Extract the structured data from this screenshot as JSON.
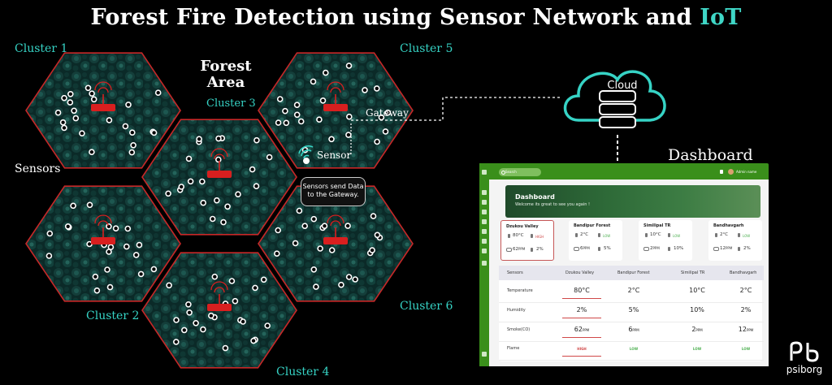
{
  "title": {
    "main": "Forest Fire Detection using Sensor Network and",
    "accent": "IoT"
  },
  "labels": {
    "cluster1": "Cluster 1",
    "cluster2": "Cluster 2",
    "cluster3": "Cluster 3",
    "cluster4": "Cluster 4",
    "cluster5": "Cluster 5",
    "cluster6": "Cluster 6",
    "forest_line1": "Forest",
    "forest_line2": "Area",
    "sensors": "Sensors",
    "sensor": "Sensor",
    "gateway": "Gateway",
    "bubble_line1": "Sensors send Data",
    "bubble_line2": "to the Gateway.",
    "cloud": "Cloud",
    "dashboard": "Dashboard"
  },
  "colors": {
    "cluster_label": "#36d3c5",
    "hex_border": "#c62828",
    "router": "#d81f1f",
    "dashboard_green": "#3a8f1b",
    "alert": "#d04848",
    "ok": "#4caf50"
  },
  "dashboard": {
    "search_placeholder": "Search",
    "user_name": "Admin name",
    "hero_title": "Dashboard",
    "hero_subtitle": "Welcome its great to see you again !",
    "cards": [
      {
        "name": "Dzukou Valley",
        "temp": "80°C",
        "status": "HIGH",
        "smoke": "62",
        "smoke_unit": "PPM",
        "humidity": "2%"
      },
      {
        "name": "Bandipur Forest",
        "temp": "2°C",
        "status": "LOW",
        "smoke": "6",
        "smoke_unit": "PPM",
        "humidity": "5%"
      },
      {
        "name": "Similipal TR",
        "temp": "10°C",
        "status": "LOW",
        "smoke": "2",
        "smoke_unit": "PPM",
        "humidity": "10%"
      },
      {
        "name": "Bandhavgarh",
        "temp": "2°C",
        "status": "LOW",
        "smoke": "12",
        "smoke_unit": "PPM",
        "humidity": "2%"
      }
    ],
    "table": {
      "headers": [
        "Sensors",
        "Dzukou Valley",
        "Bandipur Forest",
        "Similipal TR",
        "Bandhavgarh"
      ],
      "rows": [
        {
          "label": "Temperature",
          "values": [
            "80°C",
            "2°C",
            "10°C",
            "2°C"
          ]
        },
        {
          "label": "Humidity",
          "values": [
            "2%",
            "5%",
            "10%",
            "2%"
          ]
        },
        {
          "label": "Smoke(CO)",
          "values": [
            "62",
            "6",
            "2",
            "12"
          ],
          "unit": "PPM"
        },
        {
          "label": "Flame",
          "values": [
            "HIGH",
            "LOW",
            "LOW",
            "LOW"
          ]
        }
      ]
    }
  },
  "logo": {
    "name": "psiborg"
  }
}
